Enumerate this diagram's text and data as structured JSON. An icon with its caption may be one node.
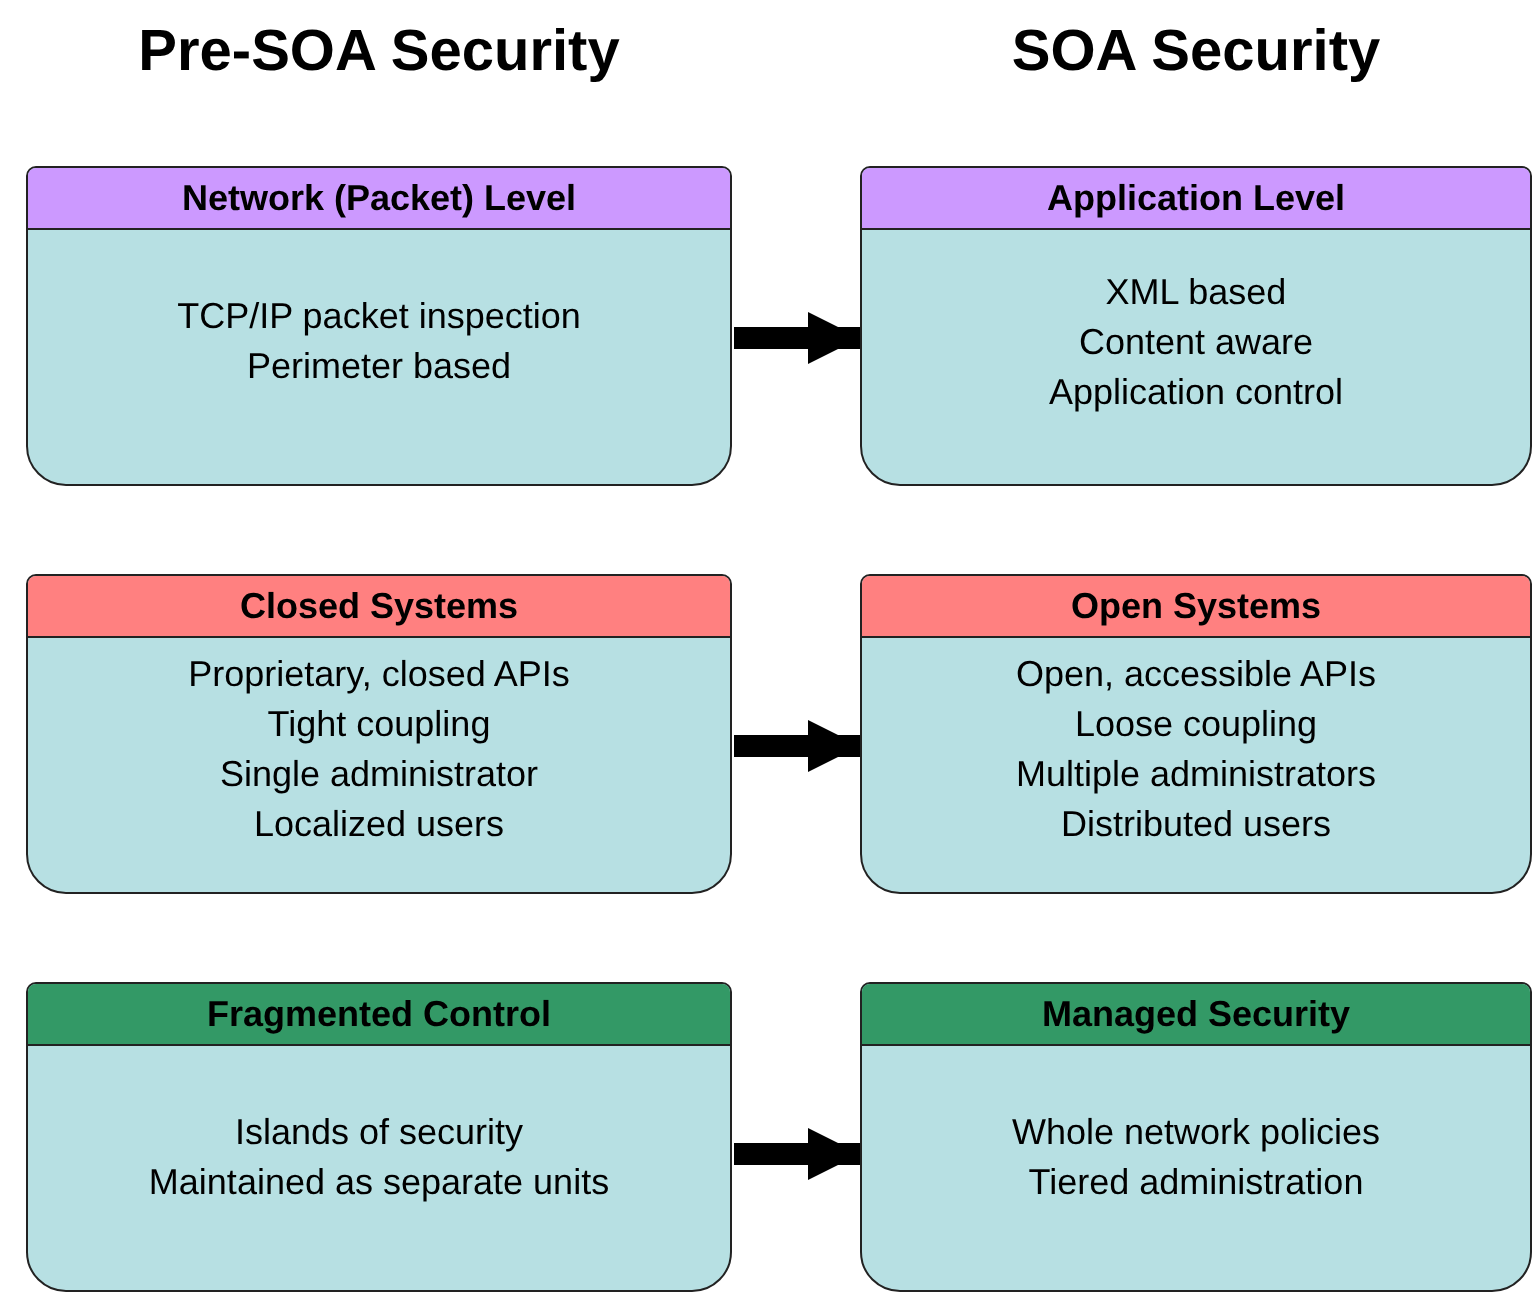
{
  "diagram": {
    "nodes": [
      {
        "text": [
          "Network (Packet) Level",
          "TCP/IP packet inspection",
          "Perimeter based"
        ]
      },
      {
        "text": [
          "Application Level",
          "XML based",
          "Content aware",
          "Application control"
        ]
      },
      {
        "text": [
          "Closed Systems",
          "Proprietary, closed APIs",
          "Tight coupling",
          "Single administrator",
          "Localized users"
        ]
      },
      {
        "text": [
          "Open Systems",
          "Open, accessible APIs",
          "Loose coupling",
          "Multiple administrators",
          "Distributed users"
        ]
      },
      {
        "text": [
          "Fragmented Control",
          "Islands of security",
          "Maintained as separate units"
        ]
      },
      {
        "text": [
          "Managed Security",
          "Whole network policies",
          "Tiered administration"
        ]
      }
    ],
    "edges": [
      {
        "from": 0,
        "to": 1,
        "arrow": "to"
      },
      {
        "from": 2,
        "to": 3,
        "arrow": "to"
      },
      {
        "from": 4,
        "to": 5,
        "arrow": "to"
      }
    ],
    "labels": [
      "Pre-SOA Security",
      "SOA Security"
    ]
  }
}
